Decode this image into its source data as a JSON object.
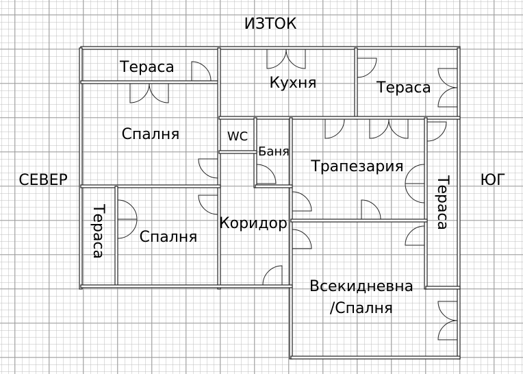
{
  "compass": {
    "east": "ИЗТОК",
    "north": "СЕВЕР",
    "south": "ЮГ"
  },
  "rooms": {
    "terrace_top_left": "Тераса",
    "kitchen": "Кухня",
    "terrace_top_right": "Тераса",
    "bedroom_top": "Спалня",
    "wc": "WC",
    "bathroom": "Баня",
    "dining": "Трапезария",
    "terrace_right": "Тераса",
    "terrace_left": "Тераса",
    "bedroom_bottom": "Спалня",
    "corridor": "Коридор",
    "living_line1": "Всекидневна",
    "living_line2": "/Спалня"
  }
}
